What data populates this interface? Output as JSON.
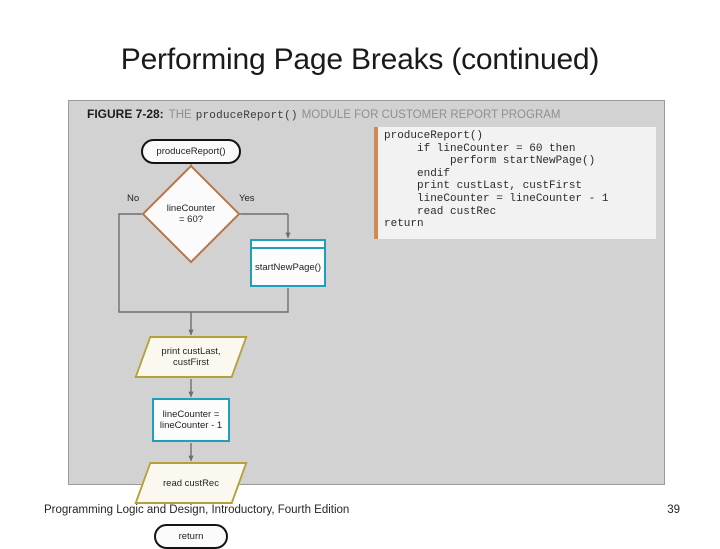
{
  "slide": {
    "title": "Performing Page Breaks (continued)",
    "background": "#ffffff"
  },
  "figure": {
    "caption_number": "FIGURE 7-28:",
    "caption_lead": "THE",
    "caption_code": "produceReport()",
    "caption_rest": "MODULE FOR CUSTOMER REPORT PROGRAM",
    "background": "#d2d2d2",
    "border_color": "#9a9a9a"
  },
  "code_panel": {
    "accent_color": "#d08a52",
    "background": "#f2f2f2",
    "lines": [
      "produceReport()",
      "     if lineCounter = 60 then",
      "          perform startNewPage()",
      "     endif",
      "     print custLast, custFirst",
      "     lineCounter = lineCounter - 1",
      "     read custRec",
      "return"
    ],
    "text": "produceReport()\n     if lineCounter = 60 then\n          perform startNewPage()\n     endif\n     print custLast, custFirst\n     lineCounter = lineCounter - 1\n     read custRec\nreturn"
  },
  "flowchart": {
    "start_terminal": "produceReport()",
    "decision": "lineCounter\n= 60?",
    "decision_line1": "lineCounter",
    "decision_line2": "= 60?",
    "branch_no": "No",
    "branch_yes": "Yes",
    "module_box": "startNewPage()",
    "output_print_line1": "print custLast,",
    "output_print_line2": "custFirst",
    "process_line1": "lineCounter =",
    "process_line2": "lineCounter - 1",
    "input_read": "read custRec",
    "end_terminal": "return",
    "colors": {
      "terminal_border": "#141414",
      "decision_border": "#b5744a",
      "module_border": "#1f9ec0",
      "process_border": "#1f9ec0",
      "io_border": "#b5a03c",
      "connector": "#6e6e6e"
    }
  },
  "footer": {
    "source": "Programming Logic and Design, Introductory, Fourth Edition",
    "page_number": "39"
  }
}
